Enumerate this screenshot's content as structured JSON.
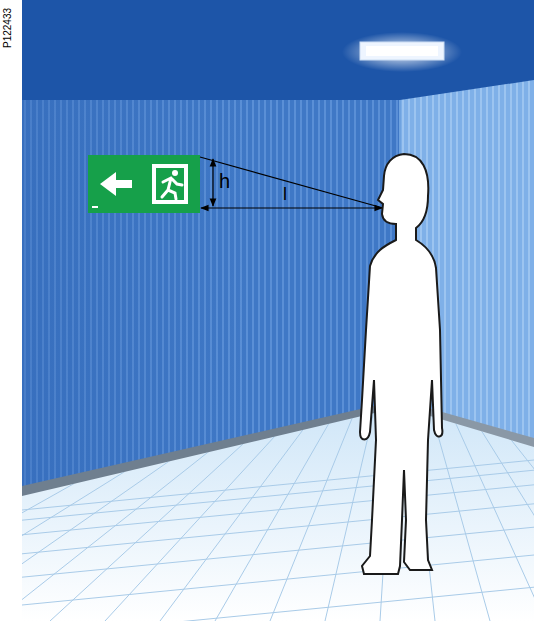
{
  "diagram": {
    "labels": [
      "P122433",
      "h",
      "l"
    ]
  }
}
